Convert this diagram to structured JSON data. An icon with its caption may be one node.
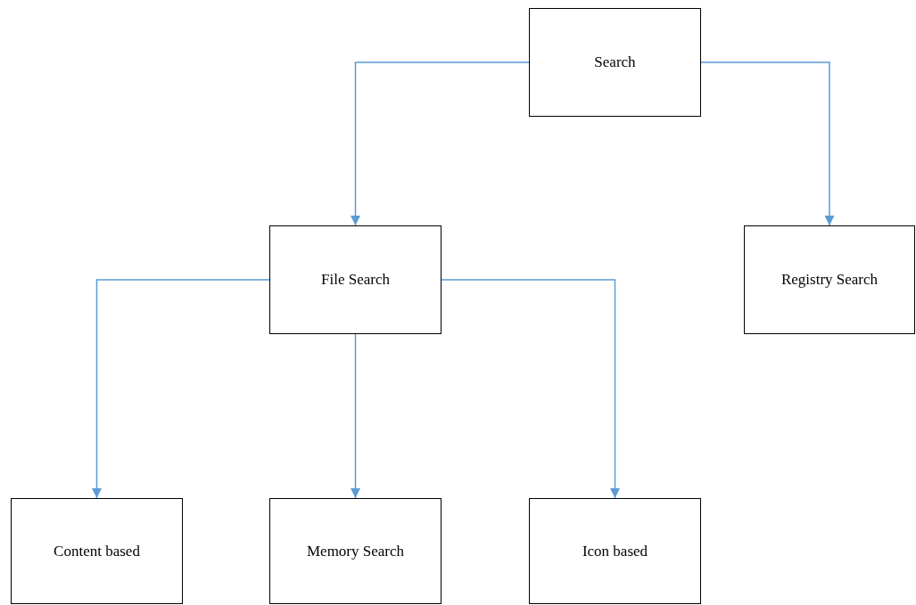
{
  "diagram": {
    "nodes": [
      {
        "text": [
          "Search"
        ]
      },
      {
        "text": [
          "File Search"
        ]
      },
      {
        "text": [
          "Registry Search"
        ]
      },
      {
        "text": [
          "Content based"
        ]
      },
      {
        "text": [
          "Memory Search"
        ]
      },
      {
        "text": [
          "Icon based"
        ]
      }
    ],
    "edges": [
      {
        "from": 0,
        "to": 1,
        "arrow": "to"
      },
      {
        "from": 0,
        "to": 2,
        "arrow": "to"
      },
      {
        "from": 1,
        "to": 3,
        "arrow": "to"
      },
      {
        "from": 1,
        "to": 4,
        "arrow": "to"
      },
      {
        "from": 1,
        "to": 5,
        "arrow": "to"
      }
    ]
  }
}
